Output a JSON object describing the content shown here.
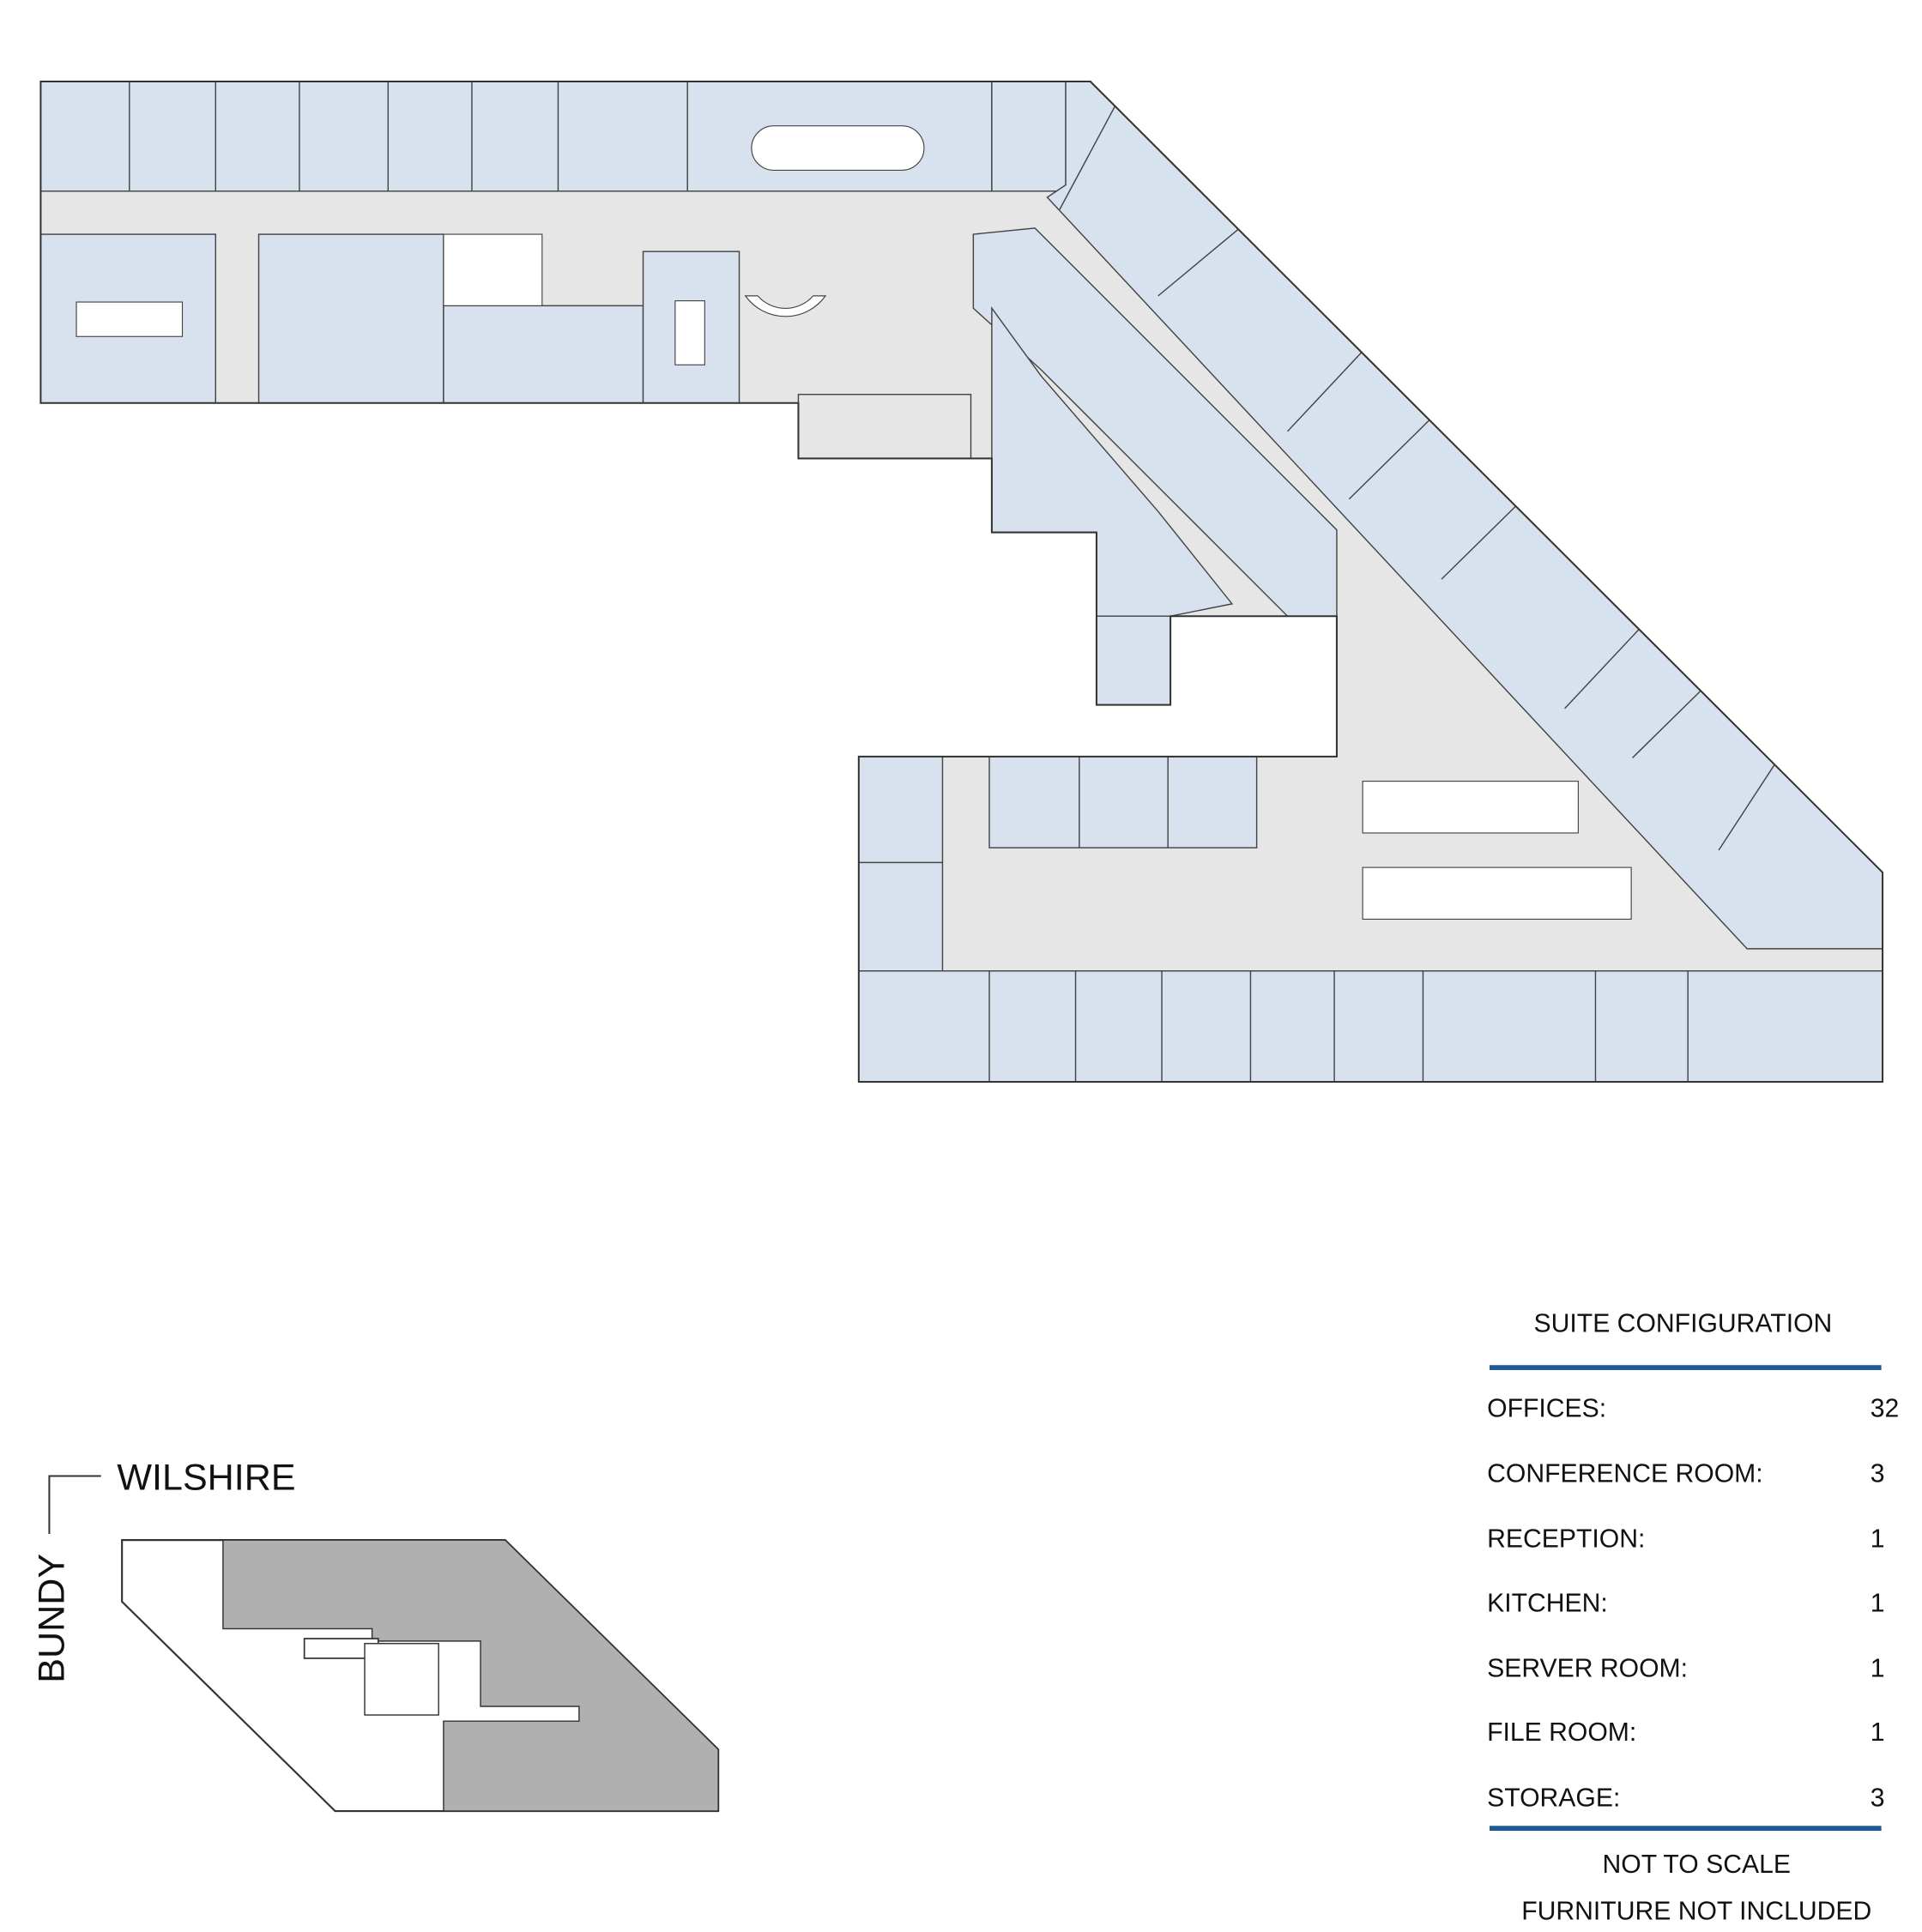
{
  "colors": {
    "office_fill": "#d8e2ee",
    "corridor_fill": "#e6e6e6",
    "leased_area": "#b0b0b0",
    "rule_blue": "#1f5a96"
  },
  "keyplan": {
    "street_top": "WILSHIRE",
    "street_left": "BUNDY"
  },
  "legend": {
    "title": "SUITE CONFIGURATION",
    "rows": [
      {
        "label": "OFFICES:",
        "value": "32"
      },
      {
        "label": "CONFERENCE ROOM:",
        "value": "3"
      },
      {
        "label": "RECEPTION:",
        "value": "1"
      },
      {
        "label": "KITCHEN:",
        "value": "1"
      },
      {
        "label": "SERVER ROOM:",
        "value": "1"
      },
      {
        "label": "FILE ROOM:",
        "value": "1"
      },
      {
        "label": "STORAGE:",
        "value": "3"
      }
    ],
    "note_scale": "NOT TO SCALE",
    "note_furniture": "FURNITURE NOT INCLUDED"
  }
}
